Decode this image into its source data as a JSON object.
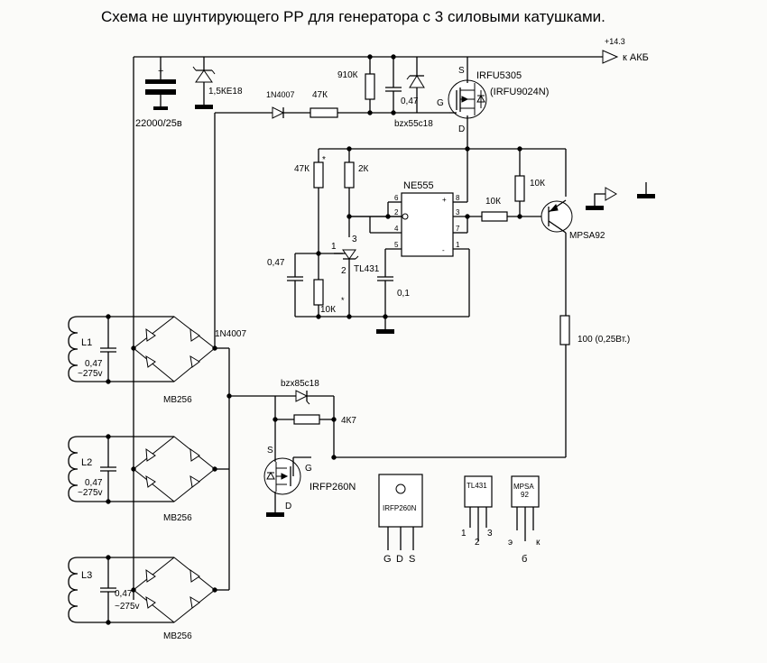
{
  "title": "Схема не шунтирующего РР для генератора с 3 силовыми катушками.",
  "output": {
    "voltage": "+14.3",
    "destination": "к АКБ"
  },
  "main_capacitor": {
    "polarity": "+",
    "value": "22000/25в"
  },
  "tvs": "1,5КЕ18",
  "upper_chain": {
    "diode": "1N4007",
    "resistor": "47К"
  },
  "gate_network": {
    "resistor": "910К",
    "capacitor": "0,47",
    "zener": "bzx55c18"
  },
  "p_mosfet": {
    "part": "IRFU5305",
    "alt": "(IRFU9024N)",
    "pin_s": "S",
    "pin_g": "G",
    "pin_d": "D"
  },
  "timer": {
    "part": "NE555",
    "pins": {
      "p6": "6",
      "p2": "2",
      "p4": "4",
      "p5": "5",
      "p8": "8",
      "p3": "3",
      "p7": "7",
      "p1": "1",
      "plus": "+",
      "minus": "-"
    }
  },
  "sense": {
    "r_top": "47К",
    "r_top_mark": "*",
    "r_mid": "2К",
    "cap_left": "0,47",
    "r_bottom": "10К",
    "r_bottom_mark": "*",
    "ref": "TL431",
    "ref_pins": {
      "p1": "1",
      "p2": "2",
      "p3": "3"
    },
    "cap_timer": "0,1"
  },
  "driver": {
    "r_base": "10К",
    "r_pullup": "10К",
    "transistor": "MPSA92",
    "r_out": "100 (0,25Вт.)"
  },
  "coils": [
    {
      "name": "L1",
      "cap": "0,47",
      "rating": "~275v",
      "bridge": "MB256"
    },
    {
      "name": "L2",
      "cap": "0,47",
      "rating": "~275v",
      "bridge": "MB256"
    },
    {
      "name": "L3",
      "cap": "0,47",
      "rating": "~275v",
      "bridge": "MB256"
    }
  ],
  "bridge_diode": "1N4007",
  "shunt": {
    "zener": "bzx85c18",
    "resistor": "4К7",
    "mosfet": "IRFP260N",
    "pin_s": "S",
    "pin_g": "G",
    "pin_d": "D"
  },
  "pinouts": {
    "irfp260n": {
      "label": "IRFP260N",
      "pins": [
        "G",
        "D",
        "S"
      ]
    },
    "tl431": {
      "label": "TL431",
      "pins": [
        "1",
        "2",
        "3"
      ]
    },
    "mpsa92": {
      "label": "MPSA\n92",
      "label_l1": "MPSA",
      "label_l2": "92",
      "pins": [
        "э",
        "б",
        "к"
      ]
    }
  }
}
